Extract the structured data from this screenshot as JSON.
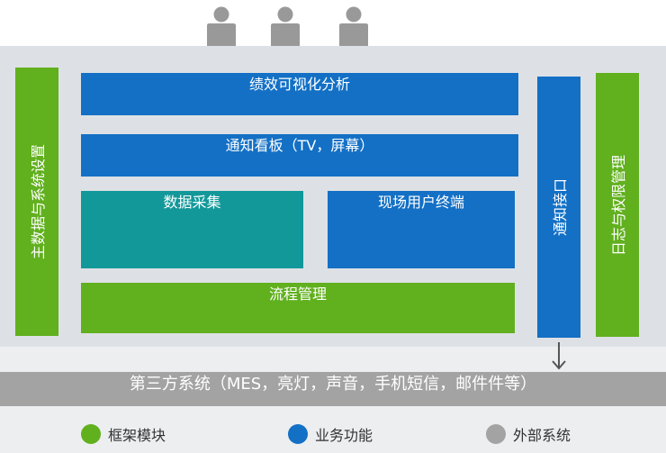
{
  "colors": {
    "framework": "#61b01e",
    "business": "#1370c5",
    "collection": "#13989a",
    "external": "#a3a3a3",
    "panel": "#dde1e5",
    "person": "#999999"
  },
  "icons": {
    "user": "user-icon",
    "arrow": "arrow-down-icon"
  },
  "modules": {
    "master_data": "主数据与系统设置",
    "performance": "绩效可视化分析",
    "notice_board": "通知看板（TV，屏幕）",
    "data_collection": "数据采集",
    "field_terminal": "现场用户终端",
    "process_mgmt": "流程管理",
    "notify_interface": "通知接口",
    "log_permission": "日志与权限管理"
  },
  "third_party": "第三方系统（MES，亮灯，声音，手机短信，邮件件等）",
  "legend": {
    "framework": "框架模块",
    "business": "业务功能",
    "external": "外部系统"
  }
}
